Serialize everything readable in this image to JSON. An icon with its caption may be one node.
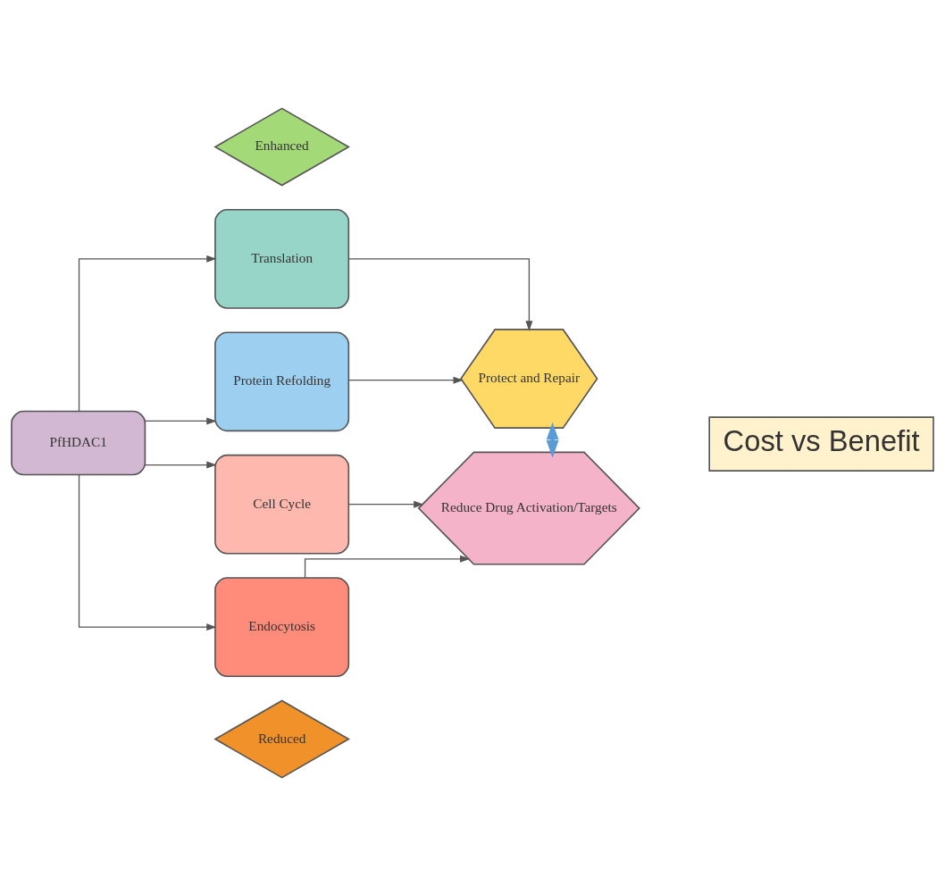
{
  "diagram": {
    "nodes": [
      {
        "text": [
          "Enhanced"
        ]
      },
      {
        "text": [
          "Translation"
        ]
      },
      {
        "text": [
          "Protein Refolding"
        ]
      },
      {
        "text": [
          "Protect and Repair"
        ]
      },
      {
        "text": [
          "PfHDAC1"
        ]
      },
      {
        "text": [
          "Cost vs Benefit"
        ]
      },
      {
        "text": [
          "Cell Cycle"
        ]
      },
      {
        "text": [
          "Endocytosis"
        ]
      },
      {
        "text": [
          "Reduce Drug Activation/Targets"
        ]
      },
      {
        "text": [
          "Reduced"
        ]
      }
    ],
    "edges": [
      {
        "from": 4,
        "to": 1,
        "arrow": "to"
      },
      {
        "from": 4,
        "to": 2,
        "arrow": "to"
      },
      {
        "from": 4,
        "to": 6,
        "arrow": "to"
      },
      {
        "from": 4,
        "to": 7,
        "arrow": "to"
      },
      {
        "from": 1,
        "to": 3,
        "arrow": "to"
      },
      {
        "from": 2,
        "to": 3,
        "arrow": "to"
      },
      {
        "from": 6,
        "to": 8,
        "arrow": "to"
      },
      {
        "from": 7,
        "to": 8,
        "arrow": "to"
      },
      {
        "from": 3,
        "to": 8,
        "arrow": "both",
        "style": "thick",
        "color": "#5b9bd5"
      }
    ]
  }
}
